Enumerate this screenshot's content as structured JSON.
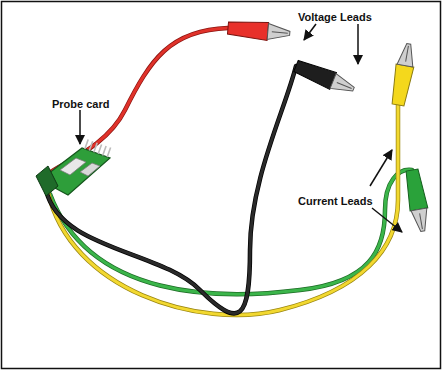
{
  "diagram": {
    "labels": [
      "Probe card",
      "Voltage Leads",
      "Current Leads"
    ]
  }
}
